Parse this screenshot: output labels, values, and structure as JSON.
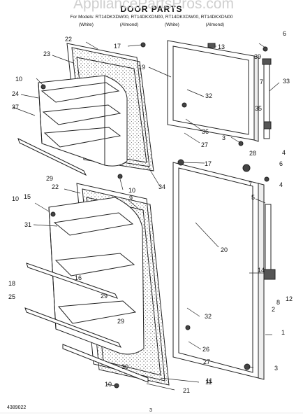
{
  "header": {
    "watermark": "AppliancePartsPros.com",
    "title": "DOOR PARTS",
    "models": [
      {
        "model": "For Models: RT14DKXDW00",
        "color": "(White)"
      },
      {
        "model": "RT14DKXDN00",
        "color": "(Almond)"
      },
      {
        "model": "RT14DKXDW00",
        "color": "(White)"
      },
      {
        "model": "RT14DKXDN00",
        "color": "(Almond)"
      }
    ]
  },
  "callouts": [
    "17",
    "13",
    "6",
    "39",
    "19",
    "32",
    "7",
    "33",
    "36",
    "35",
    "27",
    "3",
    "4",
    "28",
    "6",
    "17",
    "7",
    "4",
    "5",
    "20",
    "14",
    "2",
    "8",
    "12",
    "1",
    "32",
    "26",
    "27",
    "3",
    "11",
    "22",
    "23",
    "10",
    "24",
    "37",
    "34",
    "10",
    "29",
    "22",
    "9",
    "15",
    "10",
    "31",
    "16",
    "18",
    "29",
    "25",
    "29",
    "30",
    "10",
    "21",
    "11"
  ],
  "footer": {
    "doc_number": "4389022",
    "page": "3"
  }
}
